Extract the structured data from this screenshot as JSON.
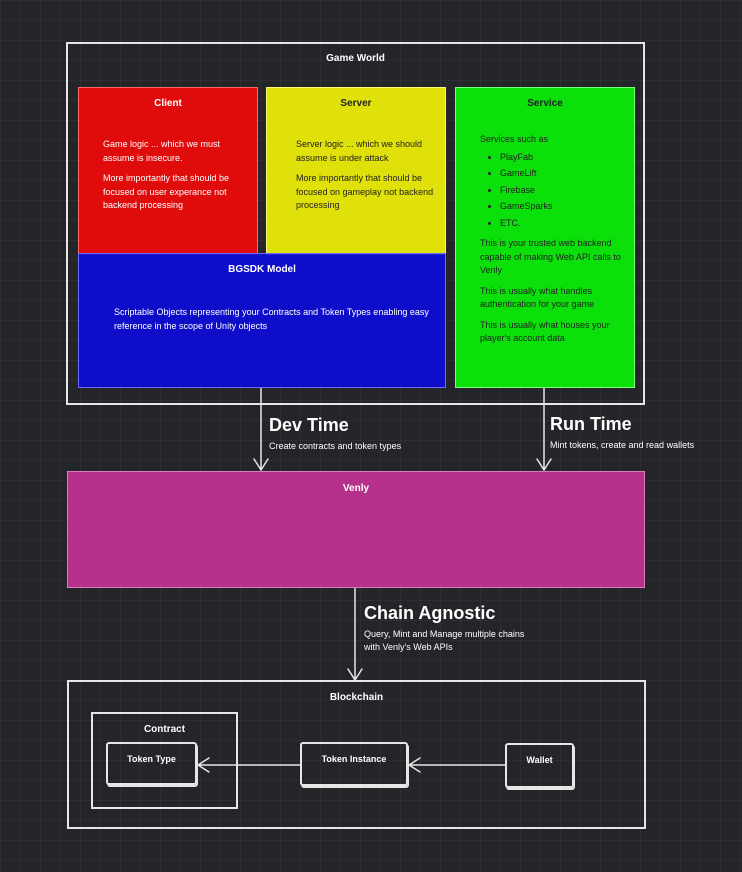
{
  "game_world": {
    "title": "Game World",
    "client": {
      "title": "Client",
      "lines": [
        "Game logic ... which we must assume is insecure.",
        "More importantly that should be focused on user experance not backend processing"
      ],
      "color": "#e00b0b"
    },
    "server": {
      "title": "Server",
      "lines": [
        "Server logic ... which we should assume is under attack",
        "More importantly that should be focused on gameplay not backend processing"
      ],
      "color": "#e0e00b"
    },
    "service": {
      "title": "Service",
      "intro": "Services such as",
      "items": [
        "PlayFab",
        "GameLift",
        "Firebase",
        "GameSparks",
        "ETC."
      ],
      "notes": [
        "This is your trusted web backend capable of making Web API calls to Venly",
        "This is usually what handles authentication for your game",
        "This is usually what houses your player's account data"
      ],
      "color": "#0be00b"
    },
    "bgsdk": {
      "title": "BGSDK Model",
      "text": "Scriptable Objects representing your Contracts and Token Types enabling easy reference in the scope of Unity objects",
      "color": "#0b0be0"
    }
  },
  "dev_time": {
    "title": "Dev Time",
    "subtitle": "Create contracts and token types"
  },
  "run_time": {
    "title": "Run Time",
    "subtitle": "Mint tokens, create and read wallets"
  },
  "venly": {
    "title": "Venly",
    "color": "#b5318a"
  },
  "chain_agnostic": {
    "title": "Chain Agnostic",
    "subtitle_lines": [
      "Query, Mint and Manage multiple chains",
      "with Venly's Web APIs"
    ]
  },
  "blockchain": {
    "title": "Blockchain",
    "contract": "Contract",
    "token_type": "Token Type",
    "token_instance": "Token Instance",
    "wallet": "Wallet"
  }
}
